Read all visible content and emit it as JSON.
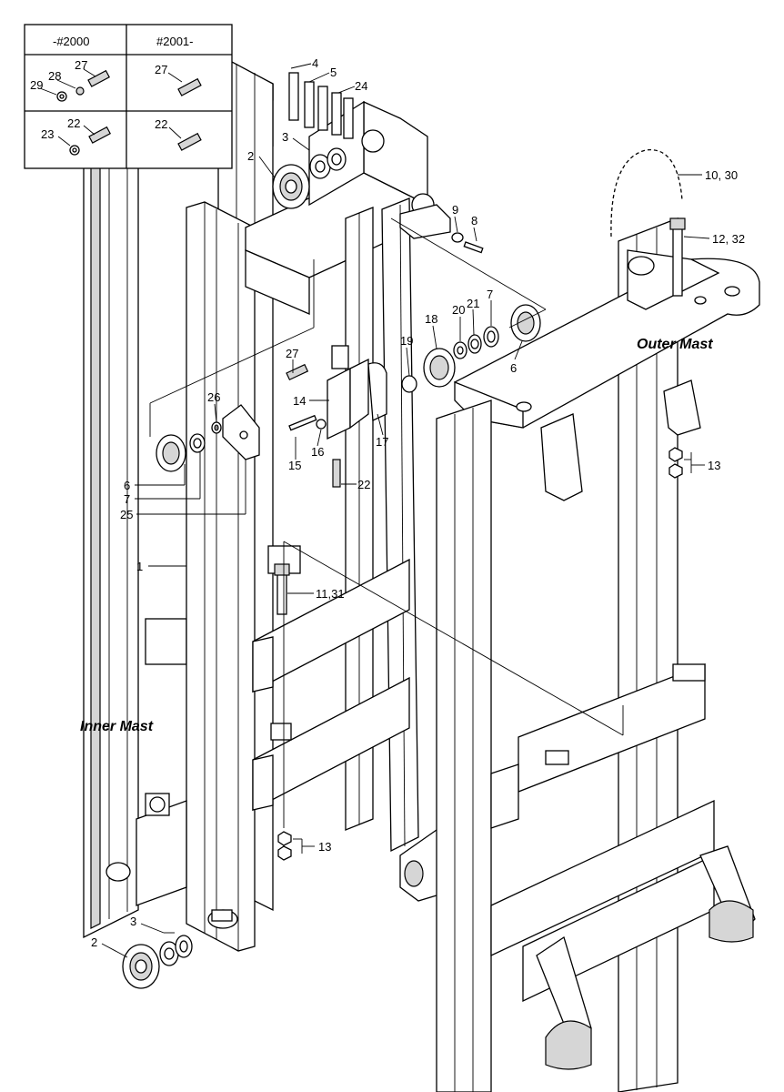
{
  "variant_table": {
    "headers": [
      "-#2000",
      "#2001-"
    ],
    "rows": [
      {
        "left_labels": [
          "27",
          "28",
          "29"
        ],
        "right_labels": [
          "27"
        ]
      },
      {
        "left_labels": [
          "22",
          "23"
        ],
        "right_labels": [
          "22"
        ]
      }
    ]
  },
  "titles": {
    "inner_mast": "Inner Mast",
    "outer_mast": "Outer Mast"
  },
  "callouts": {
    "p4": "4",
    "p5": "5",
    "p24": "24",
    "p3_top": "3",
    "p2_top": "2",
    "p9": "9",
    "p8": "8",
    "p10_30": "10, 30",
    "p12_32": "12, 32",
    "p18": "18",
    "p20": "20",
    "p21": "21",
    "p7_right": "7",
    "p6_right": "6",
    "p19": "19",
    "p27_mid": "27",
    "p26": "26",
    "p14": "14",
    "p17": "17",
    "p16": "16",
    "p15": "15",
    "p22_mid": "22",
    "p6_left": "6",
    "p7_left": "7",
    "p25": "25",
    "p13_right": "13",
    "p1": "1",
    "p11_31": "11,31",
    "p13_bottom": "13",
    "p3_bottom": "3",
    "p2_bottom": "2"
  }
}
